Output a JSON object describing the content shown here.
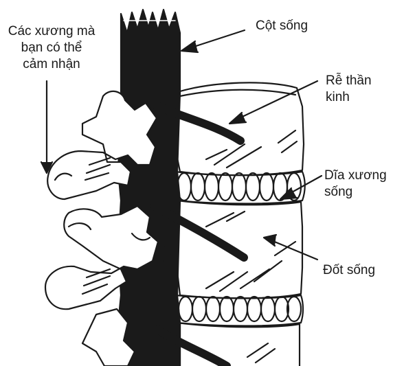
{
  "labels": {
    "bones_line1": "Các xương mà",
    "bones_line2": "bạn có thể",
    "bones_line3": "cảm nhận",
    "spinal_cord": "Cột sống",
    "nerve_root_line1": "Rễ thần",
    "nerve_root_line2": "kinh",
    "disc_line1": "Dĩa xương",
    "disc_line2": "sống",
    "vertebra": "Đốt sống"
  },
  "colors": {
    "ink": "#1a1a1a",
    "background": "#ffffff"
  }
}
